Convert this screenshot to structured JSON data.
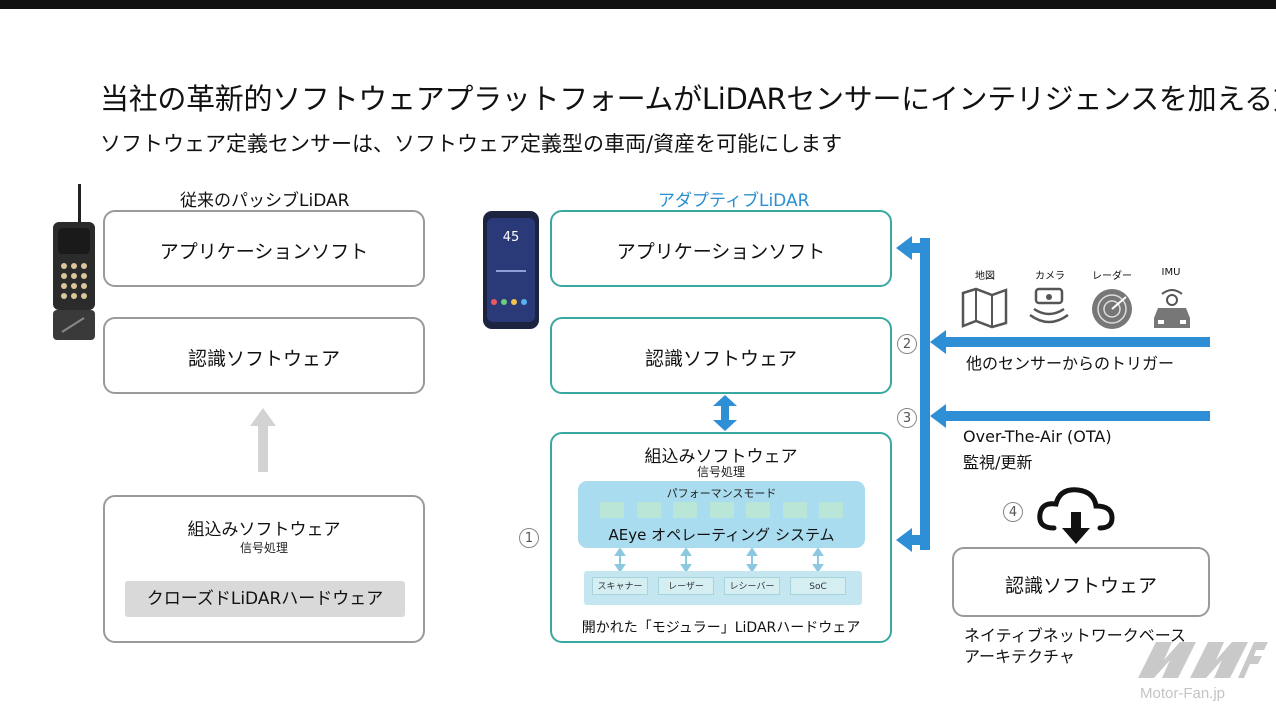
{
  "title": "当社の革新的ソフトウェアプラットフォームがLiDARセンサーにインテリジェンスを加える方法",
  "subtitle": "ソフトウェア定義センサーは、ソフトウェア定義型の車両/資産を可能にします",
  "legacy": {
    "heading": "従来のパッシブLiDAR",
    "app_software": "アプリケーションソフト",
    "perception_software": "認識ソフトウェア",
    "embedded_software": "組込みソフトウェア",
    "signal_processing": "信号処理",
    "closed_hardware": "クローズドLiDARハードウェア"
  },
  "adaptive": {
    "heading": "アダプティブLiDAR",
    "app_software": "アプリケーションソフト",
    "perception_software": "認識ソフトウェア",
    "embedded_software": "組込みソフトウェア",
    "signal_processing": "信号処理",
    "performance_mode": "パフォーマンスモード",
    "os": "AEye オペレーティング システム",
    "modules": [
      "スキャナー",
      "レーザー",
      "レシーバー",
      "SoC"
    ],
    "open_hardware": "開かれた「モジュラー」LiDARハードウェア"
  },
  "phone": {
    "time": "45"
  },
  "right": {
    "icons": [
      {
        "label": "地図",
        "icon": "map-icon"
      },
      {
        "label": "カメラ",
        "icon": "camera-icon"
      },
      {
        "label": "レーダー",
        "icon": "radar-icon"
      },
      {
        "label": "IMU",
        "icon": "car-icon"
      }
    ],
    "trigger_label": "他のセンサーからのトリガー",
    "ota_label_1": "Over-The-Air (OTA)",
    "ota_label_2": "監視/更新",
    "perception_software": "認識ソフトウェア",
    "network_label_1": "ネイティブネットワークベース",
    "network_label_2": "アーキテクチャ"
  },
  "steps": [
    "1",
    "2",
    "3",
    "4"
  ],
  "watermark": "Motor-Fan.jp",
  "colors": {
    "accent_blue": "#2f8fd6",
    "teal_border": "#3aa8a0",
    "light_blue": "#a8dcee",
    "heading_blue": "#2a8fd0"
  }
}
